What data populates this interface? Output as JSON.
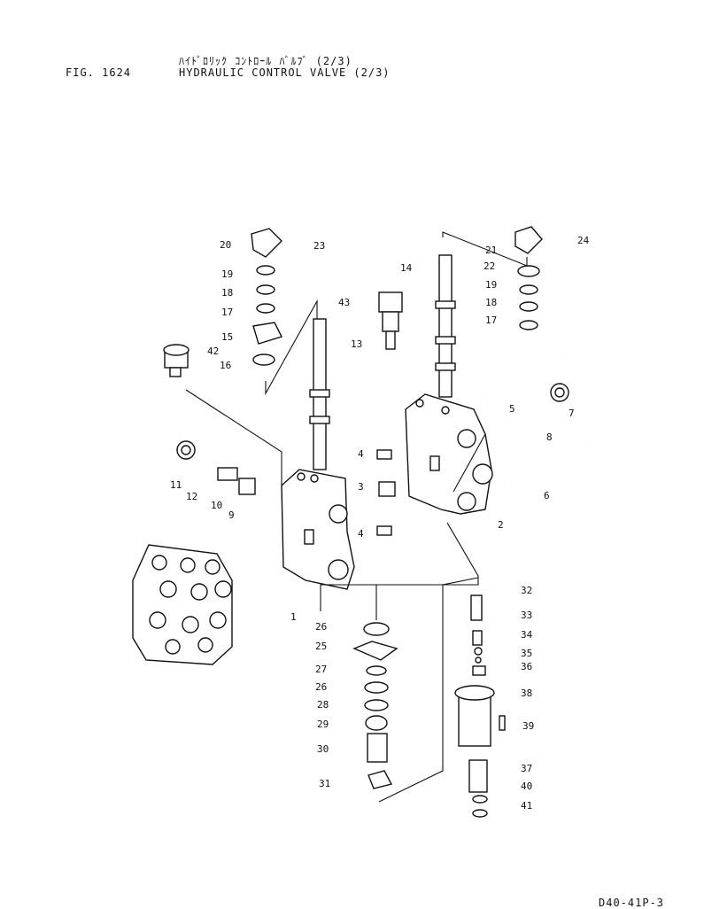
{
  "header": {
    "fig_label": "FIG. 1624",
    "title_jp": "ﾊｲﾄﾞﾛﾘｯｸ ｺﾝﾄﾛｰﾙ ﾊﾞﾙﾌﾞ  (2/3)",
    "title_en": "HYDRAULIC CONTROL VALVE (2/3)"
  },
  "footer": {
    "code": "D40-41P-3"
  },
  "callouts": [
    "1",
    "2",
    "3",
    "4",
    "4",
    "5",
    "6",
    "7",
    "8",
    "9",
    "10",
    "11",
    "12",
    "13",
    "14",
    "15",
    "16",
    "17",
    "17",
    "18",
    "18",
    "19",
    "19",
    "20",
    "21",
    "22",
    "23",
    "24",
    "25",
    "26",
    "26",
    "27",
    "28",
    "29",
    "30",
    "31",
    "32",
    "33",
    "34",
    "35",
    "36",
    "37",
    "38",
    "39",
    "40",
    "41",
    "42",
    "43"
  ]
}
